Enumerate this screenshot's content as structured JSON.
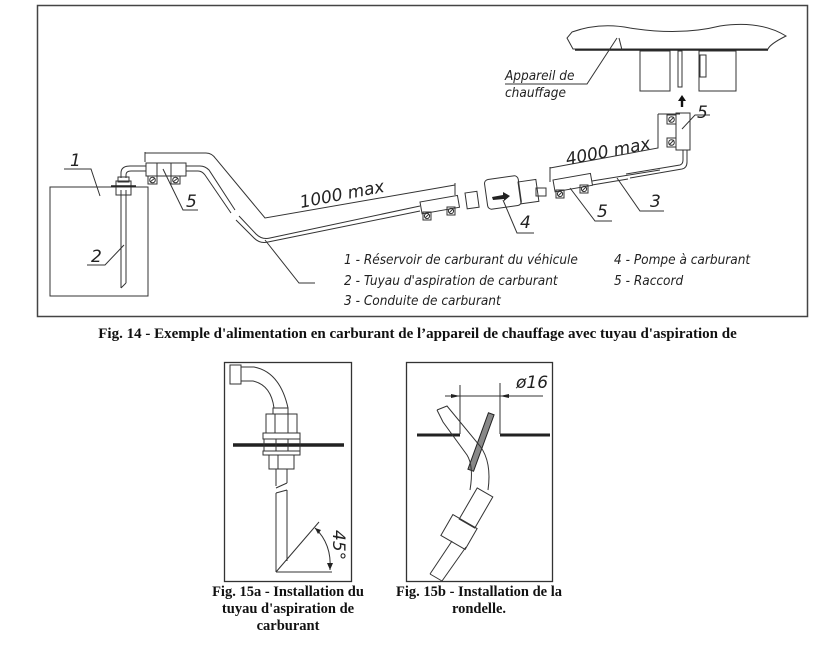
{
  "fig14": {
    "heater_label_line1": "Appareil de",
    "heater_label_line2": "chauffage",
    "dim_1000": "1000 max",
    "dim_4000": "4000 max",
    "callouts": [
      "1",
      "2",
      "3",
      "4",
      "5"
    ],
    "legend": [
      "1 - Réservoir de carburant du véhicule",
      "2 - Tuyau d'aspiration de carburant",
      "3 - Conduite de carburant",
      "4 - Pompe à carburant",
      "5 - Raccord"
    ],
    "caption": "Fig. 14 - Exemple d'alimentation en carburant de l’appareil de chauffage avec tuyau d'aspiration de"
  },
  "fig15a": {
    "angle_label": "45°",
    "caption": "Fig. 15a - Installation du tuyau d'aspiration de carburant"
  },
  "fig15b": {
    "diameter_label": "ø16",
    "caption": "Fig. 15b - Installation de la rondelle."
  }
}
